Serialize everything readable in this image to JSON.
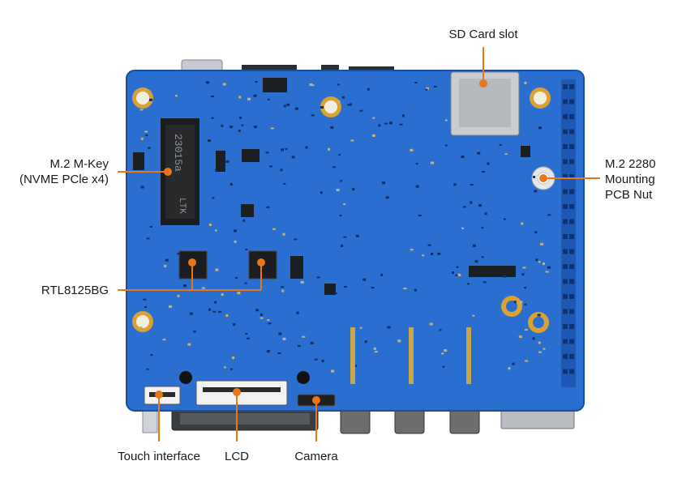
{
  "colors": {
    "pcb": "#2a6fd0",
    "pcb_dark": "#1d5ab8",
    "accent": "#e8771a",
    "pad_gold": "#d9a233",
    "background": "#ffffff",
    "text": "#1a1a1a"
  },
  "labels": {
    "sd_card": "SD Card slot",
    "m2_line1": "M.2 M-Key",
    "m2_line2": "(NVME PCle x4)",
    "nut_line1": "M.2 2280",
    "nut_line2": "Mounting",
    "nut_line3": "PCB Nut",
    "rtl": "RTL8125BG",
    "touch": "Touch interface",
    "lcd": "LCD",
    "camera": "Camera"
  },
  "board_text": {
    "m2_silk_1": "23015a",
    "m2_silk_2": "LTK"
  }
}
